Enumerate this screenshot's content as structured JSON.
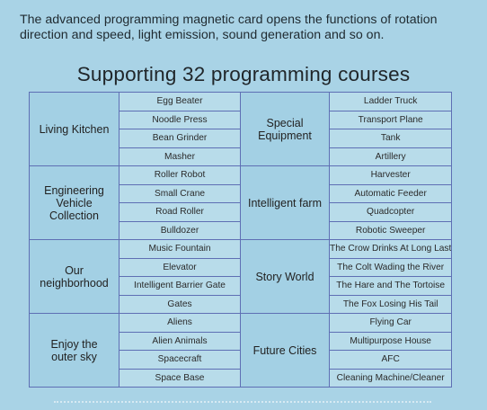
{
  "intro": "The advanced programming magnetic card opens the functions of rotation direction and speed, light emission, sound generation and so on.",
  "heading": "Supporting 32 programming courses",
  "groups": [
    {
      "left": {
        "category": [
          "Living Kitchen"
        ],
        "items": [
          "Egg Beater",
          "Noodle Press",
          "Bean Grinder",
          "Masher"
        ]
      },
      "right": {
        "category": [
          "Special",
          "Equipment"
        ],
        "items": [
          "Ladder Truck",
          "Transport Plane",
          "Tank",
          "Artillery"
        ]
      }
    },
    {
      "left": {
        "category": [
          "Engineering",
          "Vehicle",
          "Collection"
        ],
        "items": [
          "Roller Robot",
          "Small Crane",
          "Road Roller",
          "Bulldozer"
        ]
      },
      "right": {
        "category": [
          "Intelligent farm"
        ],
        "items": [
          "Harvester",
          "Automatic Feeder",
          "Quadcopter",
          "Robotic Sweeper"
        ]
      }
    },
    {
      "left": {
        "category": [
          "Our",
          "neighborhood"
        ],
        "items": [
          "Music Fountain",
          "Elevator",
          "Intelligent Barrier Gate",
          "Gates"
        ]
      },
      "right": {
        "category": [
          "Story World"
        ],
        "items": [
          "The Crow Drinks At Long Last",
          "The Colt Wading the River",
          "The Hare and The Tortoise",
          "The Fox Losing His Tail"
        ]
      }
    },
    {
      "left": {
        "category": [
          "Enjoy the",
          "outer sky"
        ],
        "items": [
          "Aliens",
          "Alien Animals",
          "Spacecraft",
          "Space Base"
        ]
      },
      "right": {
        "category": [
          "Future Cities"
        ],
        "items": [
          "Flying Car",
          "Multipurpose House",
          "AFC",
          "Cleaning Machine/Cleaner"
        ]
      }
    }
  ]
}
